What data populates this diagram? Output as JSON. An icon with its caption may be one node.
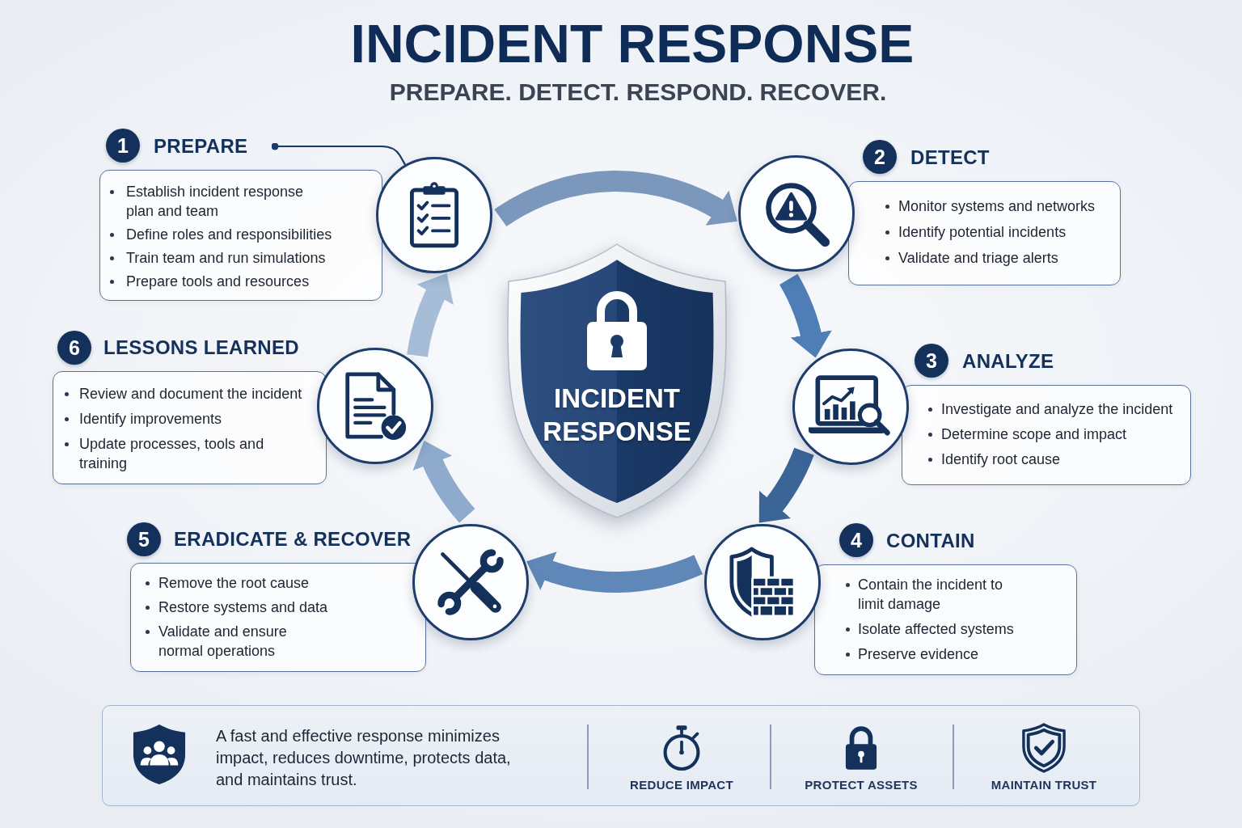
{
  "diagram": {
    "title": "INCIDENT RESPONSE",
    "nodes": [
      {
        "text": [
          "1"
        ]
      },
      {
        "text": [
          "PREPARE",
          "Establish incident response plan and team",
          "Define roles and responsibilities",
          "Train team and run simulations",
          "Prepare tools and resources"
        ]
      },
      {
        "text": [],
        "shape": "circle"
      },
      {
        "text": [
          "2"
        ]
      },
      {
        "text": [
          "DETECT",
          "Monitor systems and networks",
          "Identify potential incidents",
          "Validate and triage alerts"
        ]
      },
      {
        "text": [],
        "shape": "circle"
      },
      {
        "text": [
          "3"
        ]
      },
      {
        "text": [
          "ANALYZE",
          "Investigate and analyze the incident",
          "Determine scope and impact",
          "Identify root cause"
        ]
      },
      {
        "text": [],
        "shape": "circle"
      },
      {
        "text": [
          "4"
        ]
      },
      {
        "text": [
          "CONTAIN",
          "Contain the incident to limit damage",
          "Isolate affected systems",
          "Preserve evidence"
        ]
      },
      {
        "text": [],
        "shape": "circle"
      },
      {
        "text": [
          "5"
        ]
      },
      {
        "text": [
          "ERADICATE & RECOVER",
          "Remove the root cause",
          "Restore systems and data",
          "Validate and ensure normal operations"
        ]
      },
      {
        "text": [],
        "shape": "circle"
      },
      {
        "text": [
          "6"
        ]
      },
      {
        "text": [
          "LESSONS LEARNED",
          "Review and document the incident",
          "Identify improvements",
          "Update processes, tools and training"
        ]
      },
      {
        "text": [],
        "shape": "circle"
      },
      {
        "text": [
          "INCIDENT RESPONSE"
        ]
      },
      {
        "text": [
          "A fast and effective response minimizes impact, reduces downtime, protects data, and maintains trust.",
          "REDUCE IMPACT",
          "PROTECT ASSETS",
          "MAINTAIN TRUST"
        ]
      }
    ],
    "edges": [
      {
        "from": 2,
        "to": 5,
        "arrow": "to",
        "color": "#7b97bb"
      },
      {
        "from": 5,
        "to": 8,
        "arrow": "to",
        "color": "#4e7eb5"
      },
      {
        "from": 8,
        "to": 11,
        "arrow": "to",
        "color": "#3b6597"
      },
      {
        "from": 11,
        "to": 14,
        "arrow": "to",
        "color": "#5f88b8"
      },
      {
        "from": 14,
        "to": 17,
        "arrow": "to",
        "color": "#8eaacc"
      },
      {
        "from": 17,
        "to": 2,
        "arrow": "to",
        "color": "#a6bcd7"
      },
      {
        "from": 1,
        "to": 2,
        "arrow": "other",
        "color": "#1b3a66"
      }
    ],
    "labels": [
      "PREPARE. DETECT. RESPOND. RECOVER."
    ]
  }
}
